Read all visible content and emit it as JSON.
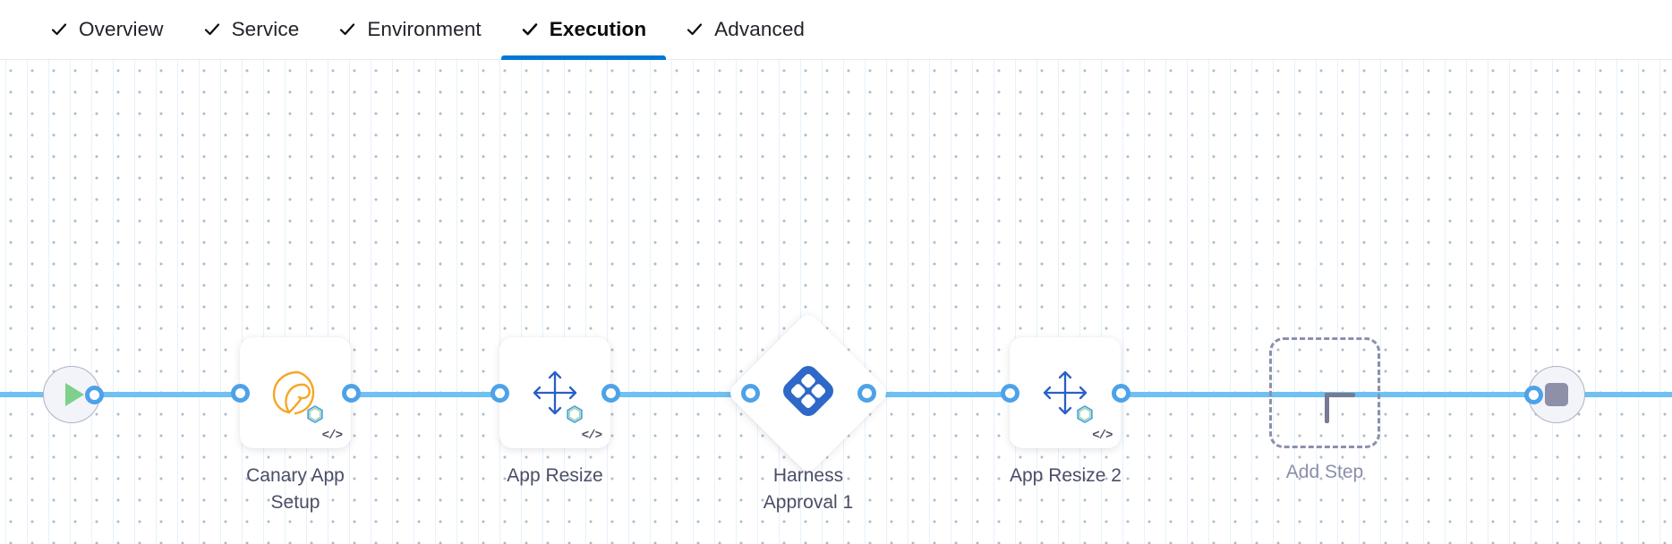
{
  "tabs": [
    {
      "label": "Overview",
      "icon": "check-icon",
      "active": false,
      "complete": true
    },
    {
      "label": "Service",
      "icon": "check-icon",
      "active": false,
      "complete": true
    },
    {
      "label": "Environment",
      "icon": "check-icon",
      "active": false,
      "complete": true
    },
    {
      "label": "Execution",
      "icon": "check-icon",
      "active": true,
      "complete": true
    },
    {
      "label": "Advanced",
      "icon": "check-icon",
      "active": false,
      "complete": true
    }
  ],
  "colors": {
    "accent_blue": "#0278d5",
    "connector_blue": "#6fc0f3",
    "port_blue": "#4da2e8",
    "harness_blue": "#2e68c8",
    "canary_orange": "#f5a623",
    "play_green": "#7ed08a",
    "terminal_fill": "#f3f3fa",
    "terminal_border": "#b0b1c4",
    "stop_gray": "#8d90a8",
    "dashed_gray": "#8d90ab",
    "label_text": "#4a4e66",
    "label_muted": "#8a8fa8",
    "grid_dot": "#b3bac5"
  },
  "pipeline": {
    "start": {
      "name": "start-node",
      "icon": "play-icon"
    },
    "end": {
      "name": "end-node",
      "icon": "stop-icon"
    },
    "nodes": [
      {
        "id": "canary-app-setup",
        "label": "Canary App\nSetup",
        "icon": "canary-bird-icon",
        "badge": "hexagon-icon",
        "shape": "card",
        "code_badge": "</>"
      },
      {
        "id": "app-resize",
        "label": "App Resize",
        "icon": "resize-arrows-icon",
        "badge": "hexagon-icon",
        "shape": "card",
        "code_badge": "</>"
      },
      {
        "id": "harness-approval-1",
        "label": "Harness\nApproval 1",
        "icon": "harness-logo-icon",
        "badge": "",
        "shape": "diamond",
        "code_badge": ""
      },
      {
        "id": "app-resize-2",
        "label": "App Resize 2",
        "icon": "resize-arrows-icon",
        "badge": "hexagon-icon",
        "shape": "card",
        "code_badge": "</>"
      },
      {
        "id": "add-step",
        "label": "Add Step",
        "icon": "plus-icon",
        "badge": "",
        "shape": "dashed",
        "code_badge": ""
      }
    ]
  }
}
